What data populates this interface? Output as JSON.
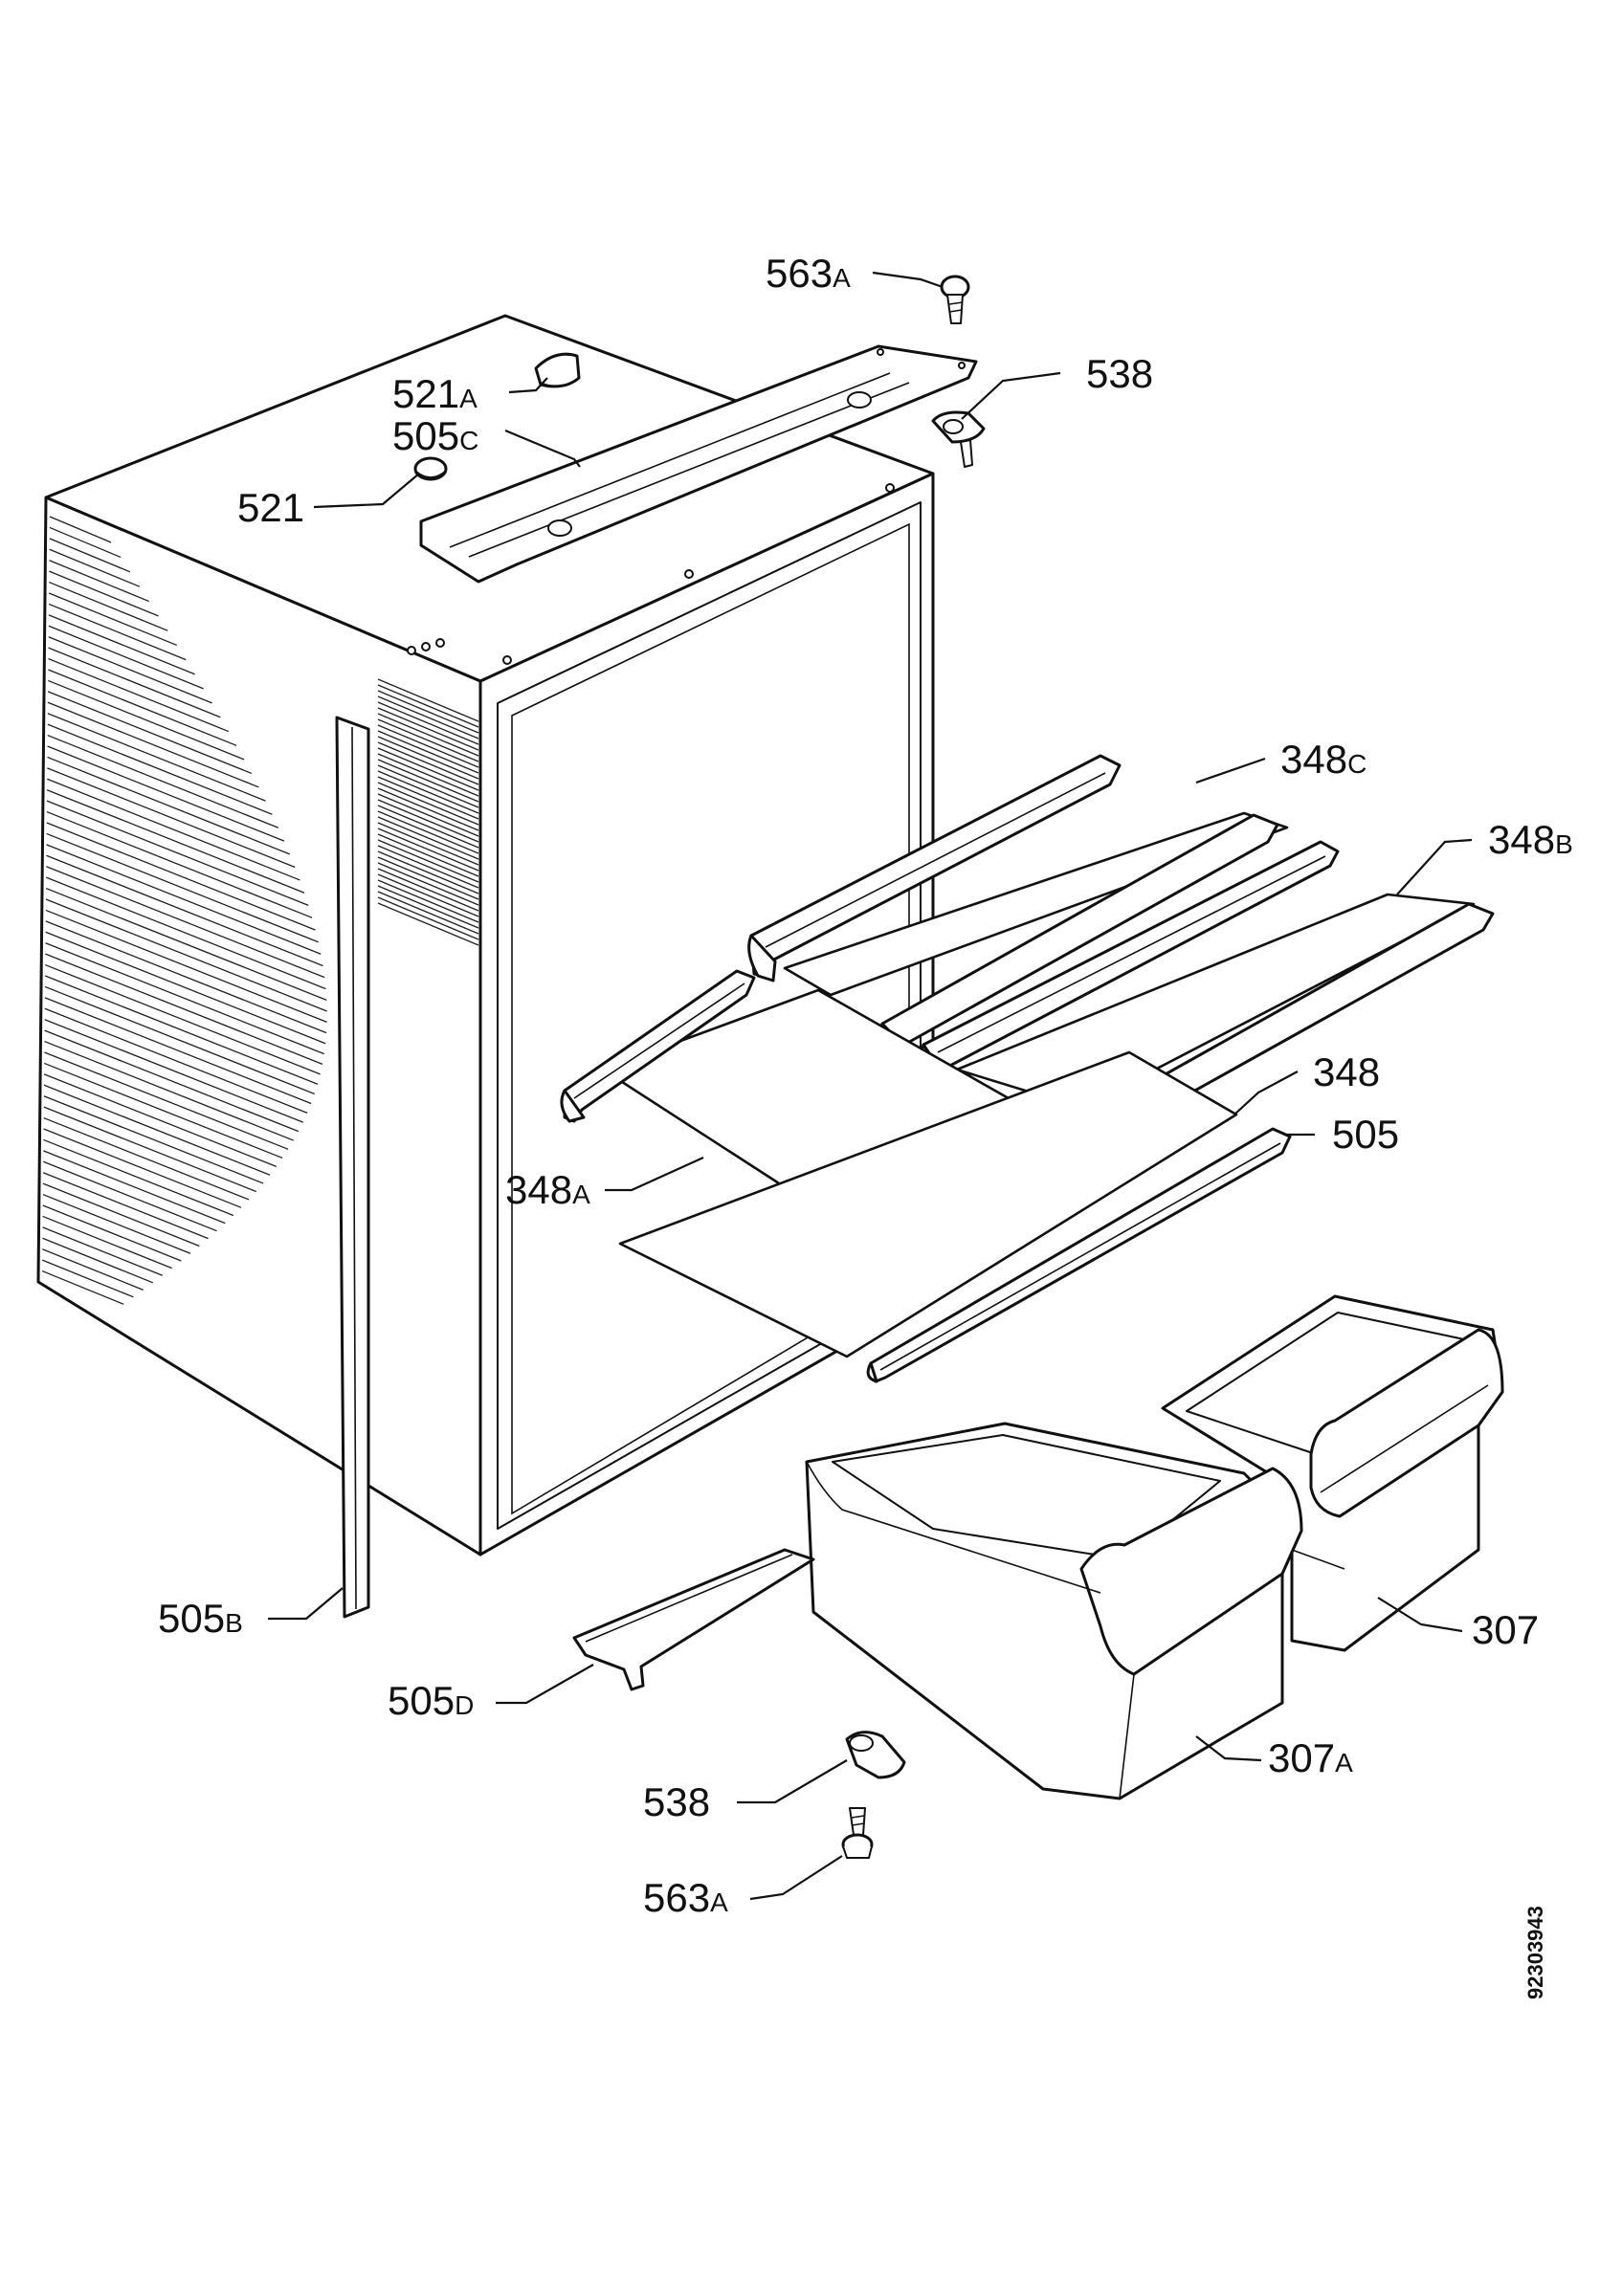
{
  "doc_number": "92303943",
  "labels": [
    {
      "id": "563a-top",
      "num": "563",
      "suffix": "A"
    },
    {
      "id": "538-top",
      "num": "538",
      "suffix": ""
    },
    {
      "id": "521a",
      "num": "521",
      "suffix": "A"
    },
    {
      "id": "505c",
      "num": "505",
      "suffix": "C"
    },
    {
      "id": "521",
      "num": "521",
      "suffix": ""
    },
    {
      "id": "348c",
      "num": "348",
      "suffix": "C"
    },
    {
      "id": "348b",
      "num": "348",
      "suffix": "B"
    },
    {
      "id": "348",
      "num": "348",
      "suffix": ""
    },
    {
      "id": "505",
      "num": "505",
      "suffix": ""
    },
    {
      "id": "348a",
      "num": "348",
      "suffix": "A"
    },
    {
      "id": "505b",
      "num": "505",
      "suffix": "B"
    },
    {
      "id": "307",
      "num": "307",
      "suffix": ""
    },
    {
      "id": "505d",
      "num": "505",
      "suffix": "D"
    },
    {
      "id": "307a",
      "num": "307",
      "suffix": "A"
    },
    {
      "id": "538-bottom",
      "num": "538",
      "suffix": ""
    },
    {
      "id": "563a-bottom",
      "num": "563",
      "suffix": "A"
    }
  ]
}
